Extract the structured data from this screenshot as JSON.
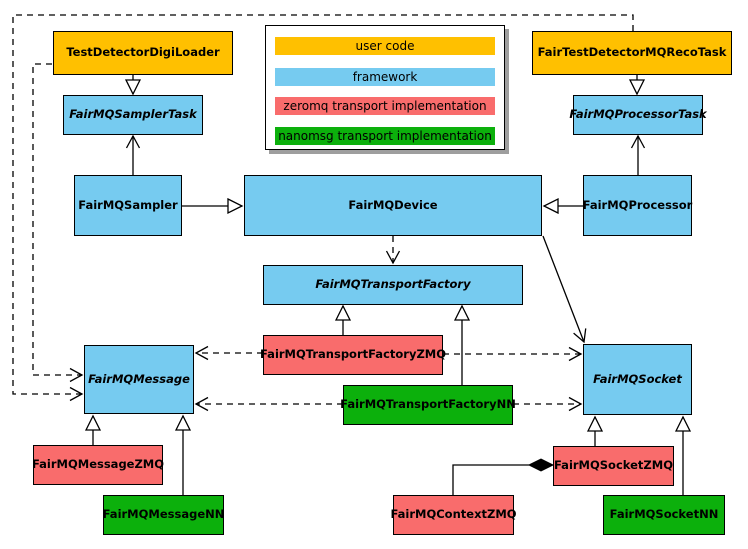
{
  "legend": {
    "items": [
      {
        "label": "user code",
        "color": "#FFC000"
      },
      {
        "label": "framework",
        "color": "#76CBF0"
      },
      {
        "label": "zeromq transport implementation",
        "color": "#F96C6C"
      },
      {
        "label": "nanomsg transport implementation",
        "color": "#0CB00C"
      }
    ]
  },
  "nodes": {
    "test_detector_digi_loader": {
      "label": "TestDetectorDigiLoader",
      "category": "user code"
    },
    "fair_test_detector_mq_reco_task": {
      "label": "FairTestDetectorMQRecoTask",
      "category": "user code"
    },
    "fairmq_sampler_task": {
      "label": "FairMQSamplerTask",
      "category": "framework",
      "abstract": true
    },
    "fairmq_processor_task": {
      "label": "FairMQProcessorTask",
      "category": "framework",
      "abstract": true
    },
    "fairmq_sampler": {
      "label": "FairMQSampler",
      "category": "framework"
    },
    "fairmq_device": {
      "label": "FairMQDevice",
      "category": "framework"
    },
    "fairmq_processor": {
      "label": "FairMQProcessor",
      "category": "framework"
    },
    "fairmq_transport_factory": {
      "label": "FairMQTransportFactory",
      "category": "framework",
      "abstract": true
    },
    "fairmq_transport_factory_zmq": {
      "label": "FairMQTransportFactoryZMQ",
      "category": "zeromq transport implementation"
    },
    "fairmq_transport_factory_nn": {
      "label": "FairMQTransportFactoryNN",
      "category": "nanomsg transport implementation"
    },
    "fairmq_message": {
      "label": "FairMQMessage",
      "category": "framework",
      "abstract": true
    },
    "fairmq_socket": {
      "label": "FairMQSocket",
      "category": "framework",
      "abstract": true
    },
    "fairmq_message_zmq": {
      "label": "FairMQMessageZMQ",
      "category": "zeromq transport implementation"
    },
    "fairmq_message_nn": {
      "label": "FairMQMessageNN",
      "category": "nanomsg transport implementation"
    },
    "fairmq_context_zmq": {
      "label": "FairMQContextZMQ",
      "category": "zeromq transport implementation"
    },
    "fairmq_socket_zmq": {
      "label": "FairMQSocketZMQ",
      "category": "zeromq transport implementation"
    },
    "fairmq_socket_nn": {
      "label": "FairMQSocketNN",
      "category": "nanomsg transport implementation"
    }
  },
  "edges": [
    {
      "from": "TestDetectorDigiLoader",
      "to": "FairMQSamplerTask",
      "style": "solid-hollow-triangle"
    },
    {
      "from": "FairTestDetectorMQRecoTask",
      "to": "FairMQProcessorTask",
      "style": "solid-hollow-triangle"
    },
    {
      "from": "FairMQSampler",
      "to": "FairMQSamplerTask",
      "style": "solid-open-arrow"
    },
    {
      "from": "FairMQProcessor",
      "to": "FairMQProcessorTask",
      "style": "solid-open-arrow"
    },
    {
      "from": "FairMQSampler",
      "to": "FairMQDevice",
      "style": "solid-hollow-triangle"
    },
    {
      "from": "FairMQProcessor",
      "to": "FairMQDevice",
      "style": "solid-hollow-triangle"
    },
    {
      "from": "FairMQDevice",
      "to": "FairMQTransportFactory",
      "style": "dashed-open-arrow"
    },
    {
      "from": "FairMQDevice",
      "to": "FairMQSocket",
      "style": "solid-open-arrow"
    },
    {
      "from": "FairMQTransportFactoryZMQ",
      "to": "FairMQTransportFactory",
      "style": "solid-hollow-triangle"
    },
    {
      "from": "FairMQTransportFactoryNN",
      "to": "FairMQTransportFactory",
      "style": "solid-hollow-triangle"
    },
    {
      "from": "FairMQTransportFactoryZMQ",
      "to": "FairMQMessage",
      "style": "dashed-open-arrow"
    },
    {
      "from": "FairMQTransportFactoryZMQ",
      "to": "FairMQSocket",
      "style": "dashed-open-arrow"
    },
    {
      "from": "FairMQTransportFactoryNN",
      "to": "FairMQMessage",
      "style": "dashed-open-arrow"
    },
    {
      "from": "FairMQTransportFactoryNN",
      "to": "FairMQSocket",
      "style": "dashed-open-arrow"
    },
    {
      "from": "TestDetectorDigiLoader",
      "to": "FairMQMessage",
      "style": "dashed-open-arrow"
    },
    {
      "from": "FairTestDetectorMQRecoTask",
      "to": "FairMQMessage",
      "style": "dashed-open-arrow"
    },
    {
      "from": "FairMQMessageZMQ",
      "to": "FairMQMessage",
      "style": "solid-hollow-triangle"
    },
    {
      "from": "FairMQMessageNN",
      "to": "FairMQMessage",
      "style": "solid-hollow-triangle"
    },
    {
      "from": "FairMQSocketZMQ",
      "to": "FairMQSocket",
      "style": "solid-hollow-triangle"
    },
    {
      "from": "FairMQSocketNN",
      "to": "FairMQSocket",
      "style": "solid-hollow-triangle"
    },
    {
      "from": "FairMQContextZMQ",
      "to": "FairMQSocketZMQ",
      "style": "solid-filled-diamond"
    }
  ]
}
